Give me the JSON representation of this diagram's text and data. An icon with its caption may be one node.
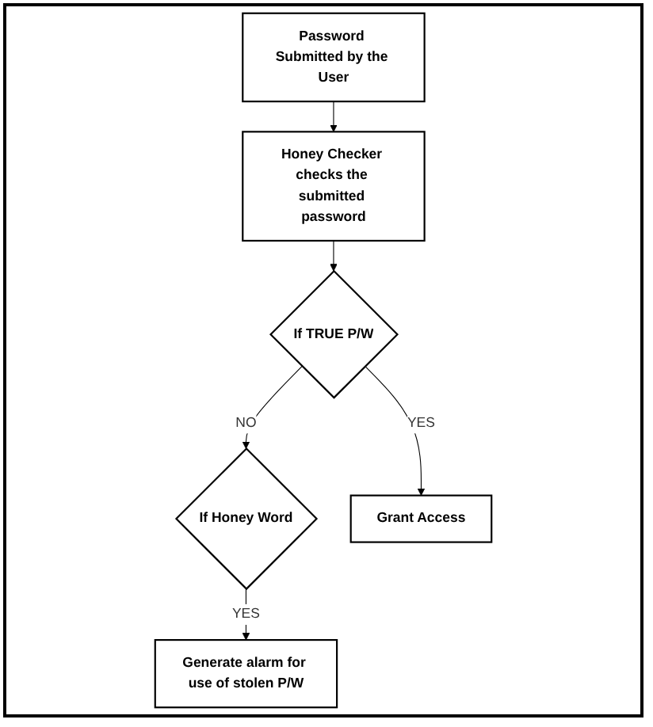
{
  "diagram": {
    "nodes": [
      {
        "text": [
          "Password Submitted by the User"
        ]
      },
      {
        "text": [
          "Honey Checker checks the submitted password"
        ]
      },
      {
        "text": [
          "If TRUE P/W"
        ]
      },
      {
        "text": [
          "If Honey Word"
        ]
      },
      {
        "text": [
          "Grant Access"
        ]
      },
      {
        "text": [
          "Generate alarm for use of stolen P/W"
        ]
      }
    ],
    "edges": [
      {
        "from": 0,
        "to": 1,
        "arrow": "to"
      },
      {
        "from": 1,
        "to": 2,
        "arrow": "to"
      },
      {
        "from": 2,
        "to": 3,
        "arrow": "to",
        "label": "NO"
      },
      {
        "from": 2,
        "to": 4,
        "arrow": "to",
        "label": "YES"
      },
      {
        "from": 3,
        "to": 5,
        "arrow": "to",
        "label": "YES"
      }
    ]
  }
}
